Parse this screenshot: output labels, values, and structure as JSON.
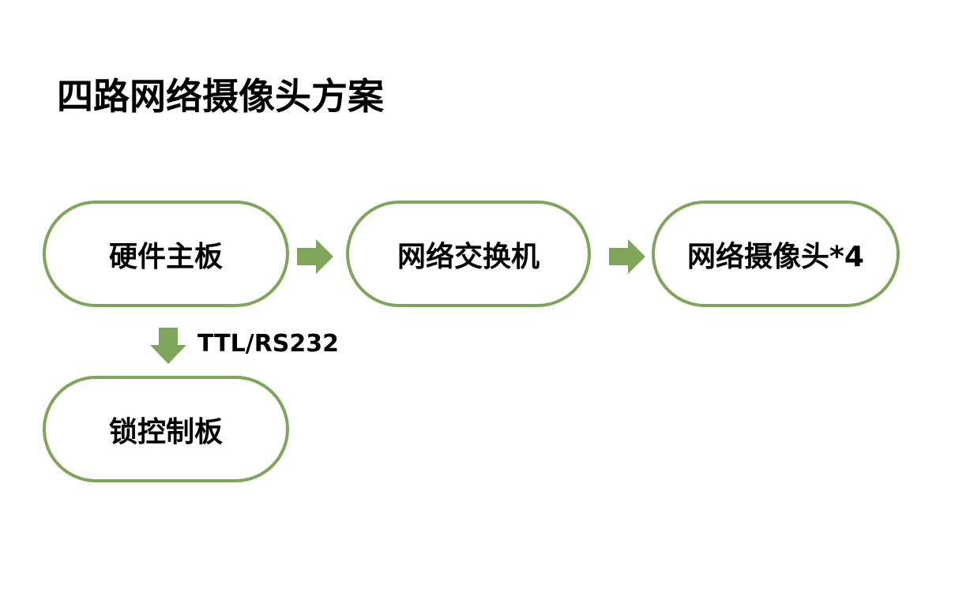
{
  "title": "四路网络摄像头方案",
  "colors": {
    "node_border": "#7fa55a",
    "arrow": "#7fa55a",
    "text": "#000000"
  },
  "nodes": {
    "board": "硬件主板",
    "switch": "网络交换机",
    "camera": "网络摄像头*4",
    "lock": "锁控制板"
  },
  "edges": {
    "board_to_lock_label": "TTL/RS232"
  }
}
